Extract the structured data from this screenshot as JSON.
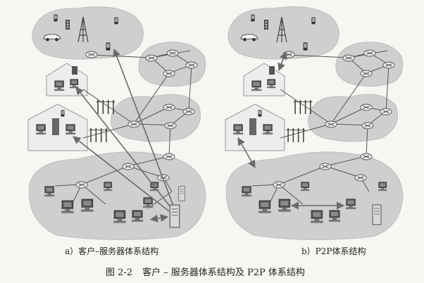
{
  "captions": {
    "a": "a）客户–服务器体系结构",
    "b": "b）P2P体系结构"
  },
  "figure": {
    "number": "图 2-2",
    "title": "客户 – 服务器体系结构及 P2P 体系结构"
  },
  "colors": {
    "cloud": "#cfcfcf",
    "cloud_edge": "#b9b9b9",
    "link": "#555555",
    "router_fill": "#e9e9e9",
    "arrow": "#6a6a6a",
    "house": "#9a9a9a"
  }
}
